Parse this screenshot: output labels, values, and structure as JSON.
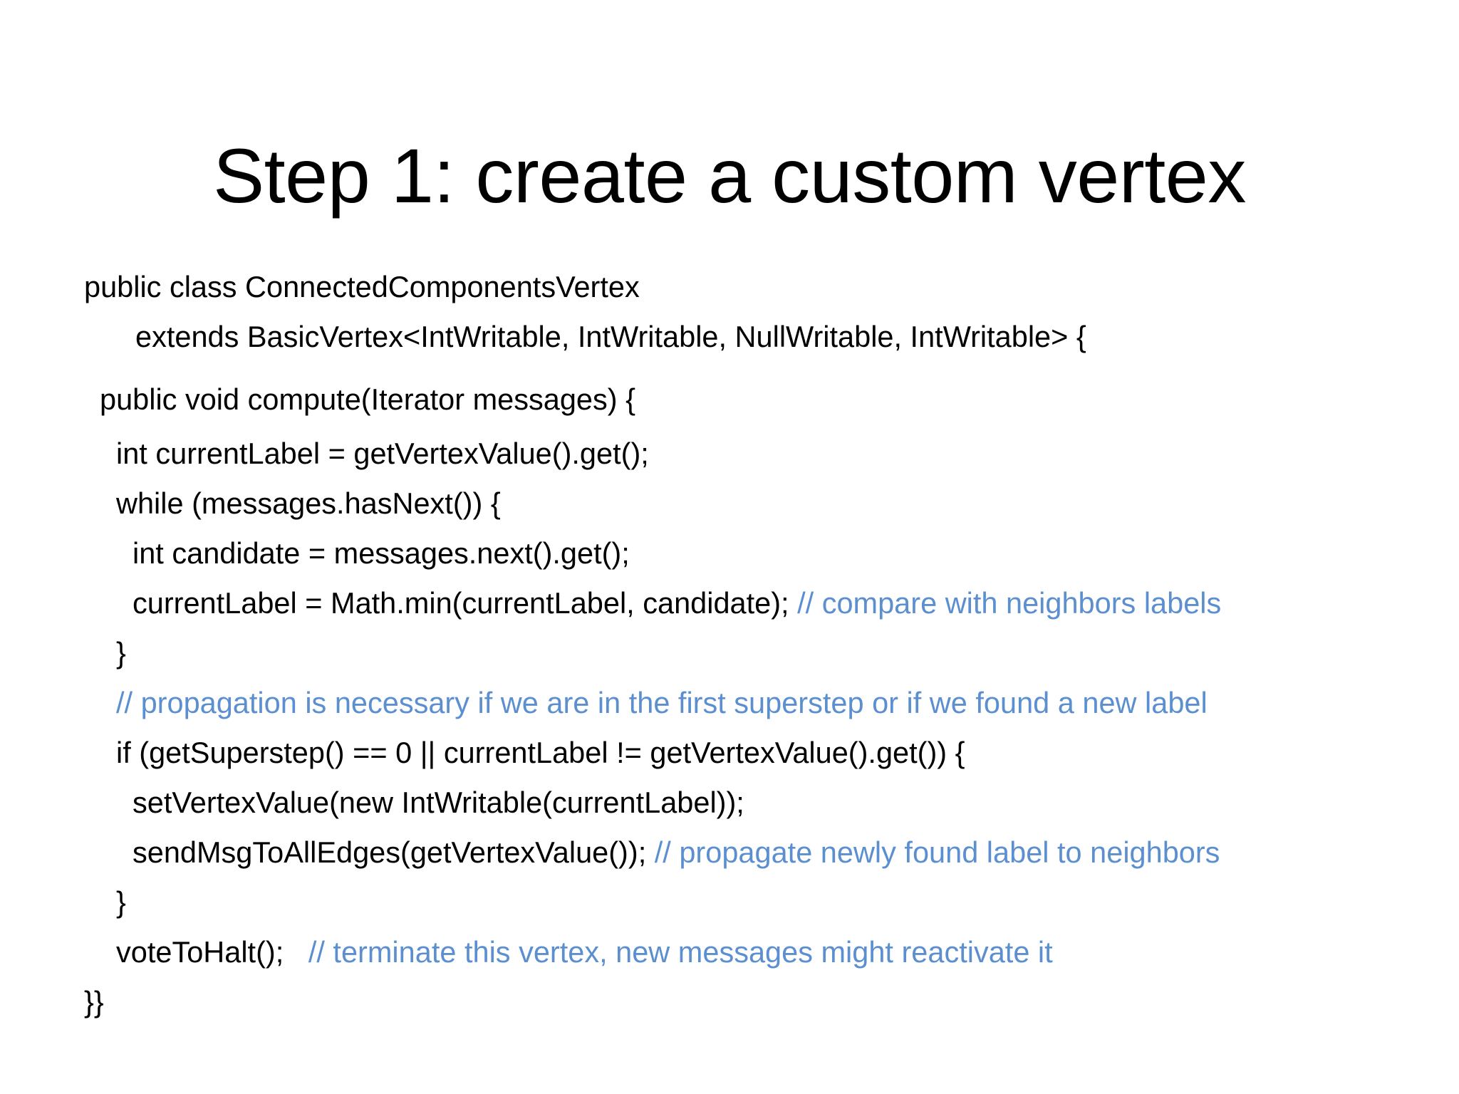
{
  "slide": {
    "title": "Step 1: create a custom vertex",
    "background_color": "#FFFFFF",
    "text_color": "#000000",
    "comment_color": "#5B8FD0"
  },
  "code": {
    "language": "java",
    "lines": [
      {
        "indent": 0,
        "code": "public class ConnectedComponentsVertex",
        "comment": ""
      },
      {
        "indent": 1,
        "code": "extends BasicVertex<IntWritable, IntWritable, NullWritable, IntWritable> {",
        "comment": ""
      },
      {
        "indent": 2,
        "code": "public void compute(Iterator messages) {",
        "comment": ""
      },
      {
        "indent": 3,
        "code": "int currentLabel = getVertexValue().get();",
        "comment": ""
      },
      {
        "indent": 3,
        "code": "while (messages.hasNext()) {",
        "comment": ""
      },
      {
        "indent": 4,
        "code": "int candidate = messages.next().get();",
        "comment": ""
      },
      {
        "indent": 4,
        "code": "currentLabel = Math.min(currentLabel, candidate); ",
        "comment": "// compare with neighbors labels"
      },
      {
        "indent": 3,
        "code": "}",
        "comment": ""
      },
      {
        "indent": 3,
        "code": "",
        "comment": "// propagation is necessary if we are in the first superstep or if we found a new label"
      },
      {
        "indent": 3,
        "code": "if (getSuperstep() == 0 || currentLabel != getVertexValue().get()) {",
        "comment": ""
      },
      {
        "indent": 4,
        "code": "setVertexValue(new IntWritable(currentLabel));",
        "comment": ""
      },
      {
        "indent": 4,
        "code": "sendMsgToAllEdges(getVertexValue()); ",
        "comment": "// propagate newly found label to neighbors"
      },
      {
        "indent": 3,
        "code": "}",
        "comment": ""
      },
      {
        "indent": 3,
        "code": "voteToHalt();   ",
        "comment": "// terminate this vertex, new messages might reactivate it"
      },
      {
        "indent": 0,
        "code": "}}",
        "comment": ""
      }
    ]
  }
}
